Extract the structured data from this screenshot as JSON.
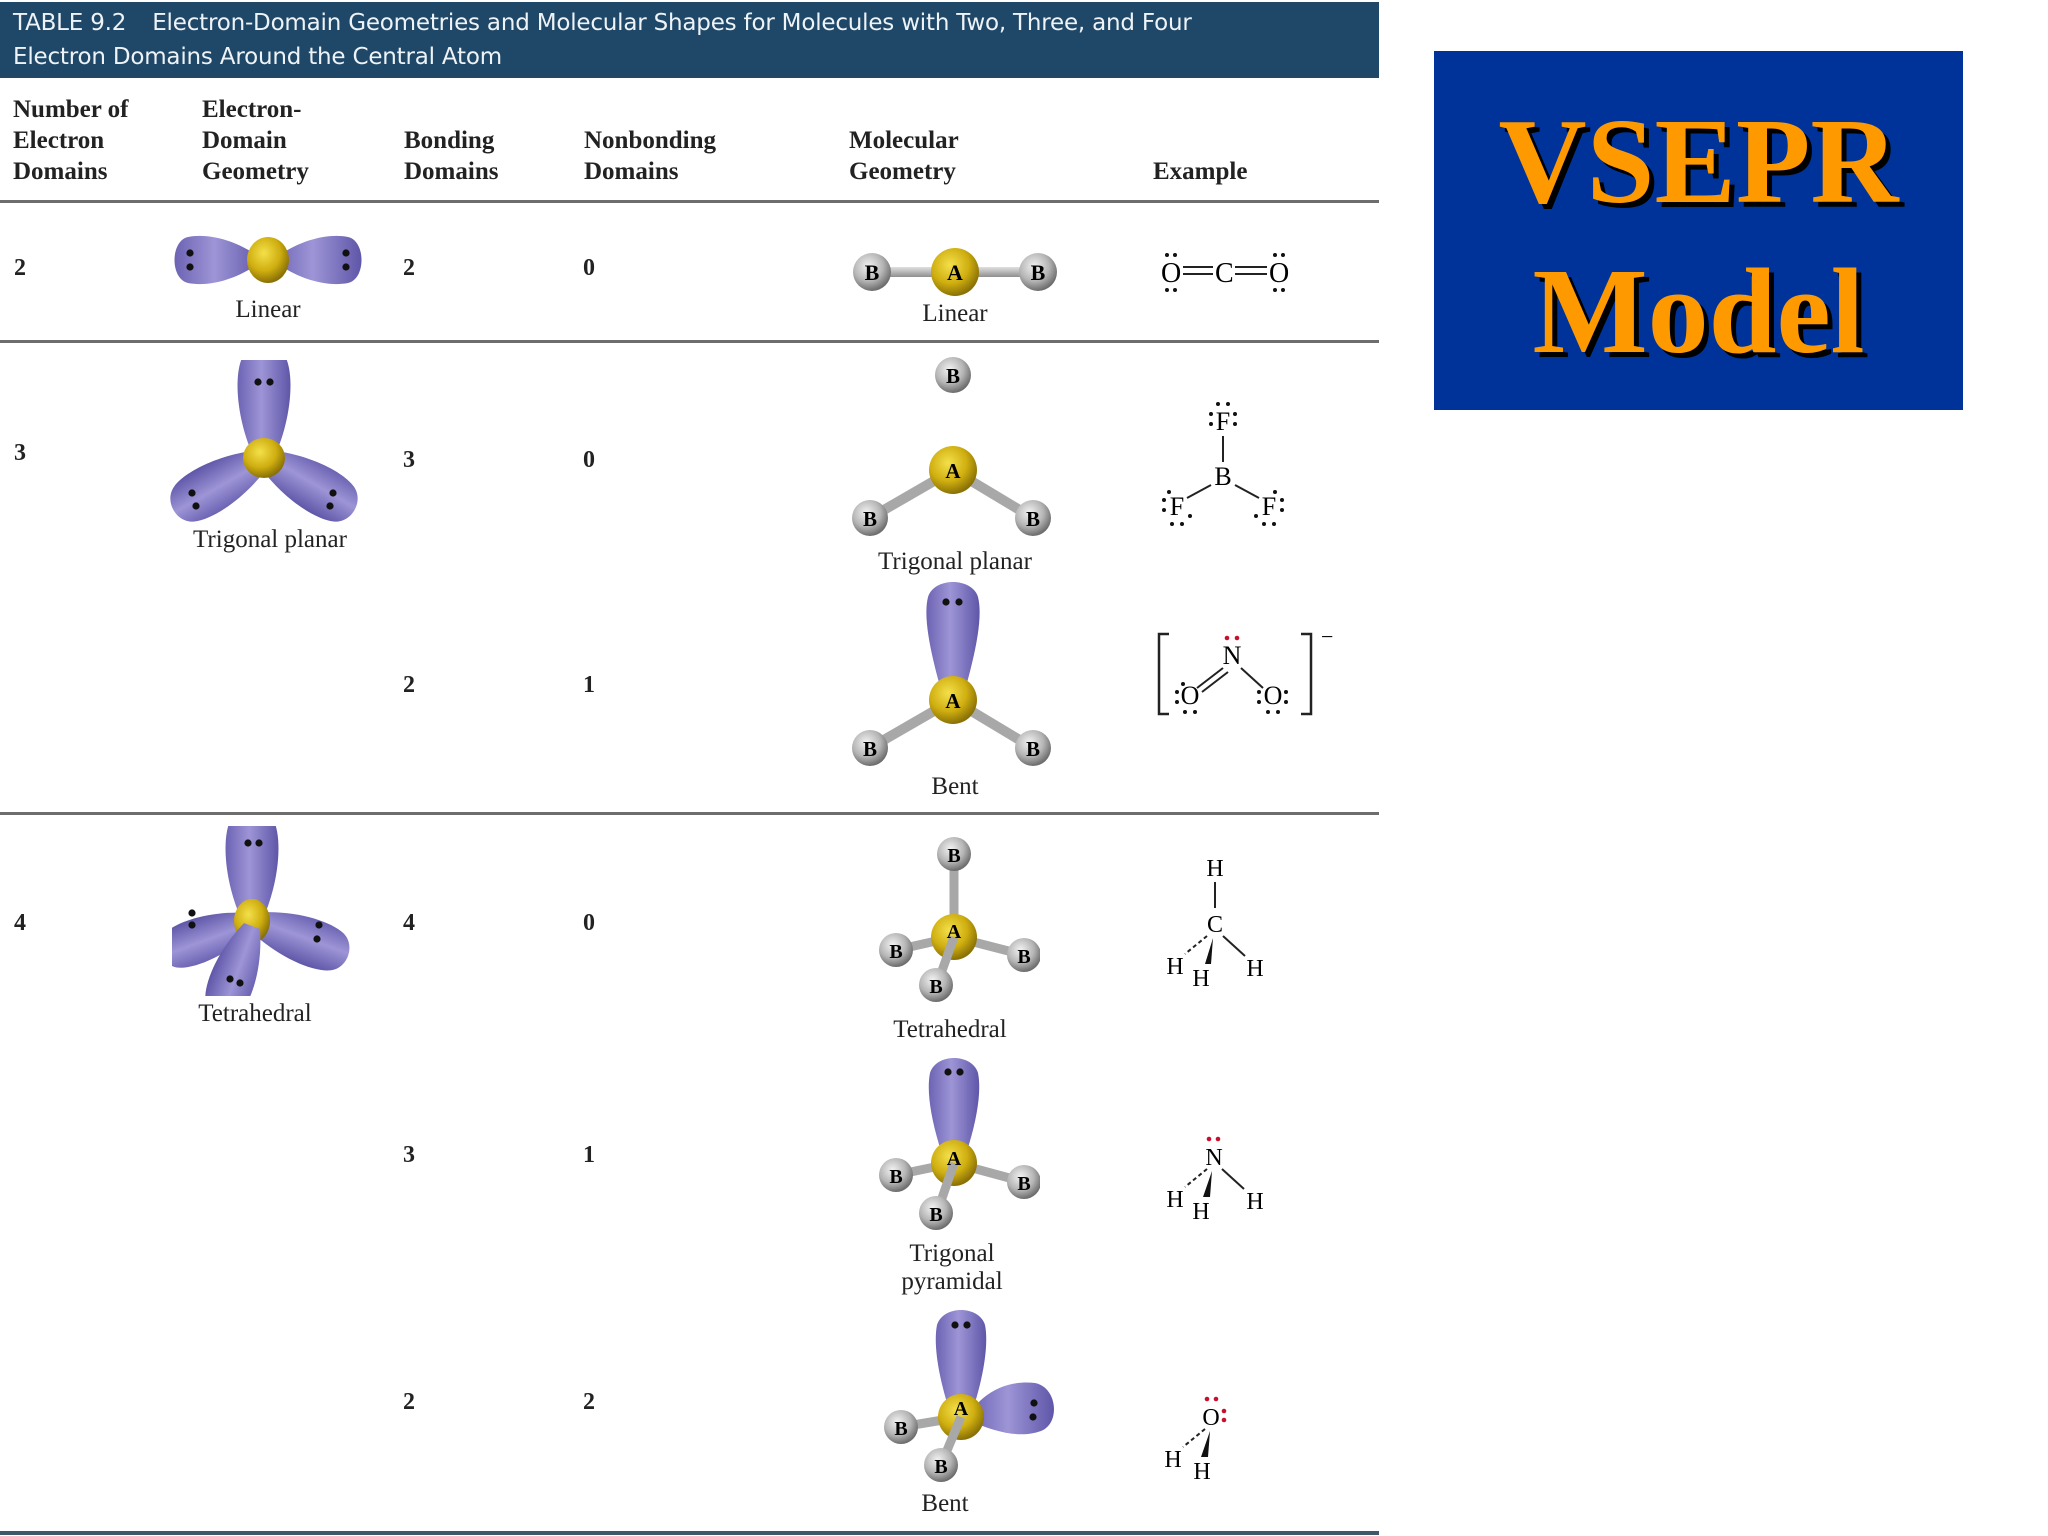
{
  "table": {
    "number": "TABLE 9.2",
    "title_line1": "Electron-Domain Geometries and Molecular Shapes for Molecules with Two, Three, and Four",
    "title_line2": "Electron Domains Around the Central Atom",
    "header_color": "#1f4868",
    "columns": [
      {
        "lines": [
          "Number of",
          "Electron",
          "Domains"
        ]
      },
      {
        "lines": [
          "Electron-",
          "Domain",
          "Geometry"
        ]
      },
      {
        "lines": [
          "Bonding",
          "Domains"
        ]
      },
      {
        "lines": [
          "Nonbonding",
          "Domains"
        ]
      },
      {
        "lines": [
          "Molecular",
          "Geometry"
        ]
      },
      {
        "lines": [
          "Example"
        ]
      }
    ],
    "rows": [
      {
        "electron_domains": "2",
        "electron_domain_geometry": "Linear",
        "bonding": "2",
        "nonbonding": "0",
        "molecular_geometry": "Linear",
        "example": "CO2"
      },
      {
        "electron_domains": "3",
        "electron_domain_geometry": "Trigonal planar",
        "bonding": "3",
        "nonbonding": "0",
        "molecular_geometry": "Trigonal planar",
        "example": "BF3"
      },
      {
        "electron_domains": "",
        "electron_domain_geometry": "",
        "bonding": "2",
        "nonbonding": "1",
        "molecular_geometry": "Bent",
        "example": "NO2-"
      },
      {
        "electron_domains": "4",
        "electron_domain_geometry": "Tetrahedral",
        "bonding": "4",
        "nonbonding": "0",
        "molecular_geometry": "Tetrahedral",
        "example": "CH4"
      },
      {
        "electron_domains": "",
        "electron_domain_geometry": "",
        "bonding": "3",
        "nonbonding": "1",
        "molecular_geometry_line1": "Trigonal",
        "molecular_geometry_line2": "pyramidal",
        "example": "NH3"
      },
      {
        "electron_domains": "",
        "electron_domain_geometry": "",
        "bonding": "2",
        "nonbonding": "2",
        "molecular_geometry": "Bent",
        "example": "H2O"
      }
    ],
    "atom_labels": {
      "central": "A",
      "bonded": "B"
    },
    "examples": {
      "co2": {
        "o": "O",
        "c": "C"
      },
      "bf3": {
        "b": "B",
        "f": "F"
      },
      "no2": {
        "n": "N",
        "o": "O",
        "charge": "−"
      },
      "ch4": {
        "c": "C",
        "h": "H"
      },
      "nh3": {
        "n": "N",
        "h": "H"
      },
      "h2o": {
        "o": "O",
        "h": "H"
      }
    }
  },
  "slide_title": {
    "line1": "VSEPR",
    "line2": "Model",
    "box_color": "#003399",
    "text_color": "#ff9900"
  }
}
